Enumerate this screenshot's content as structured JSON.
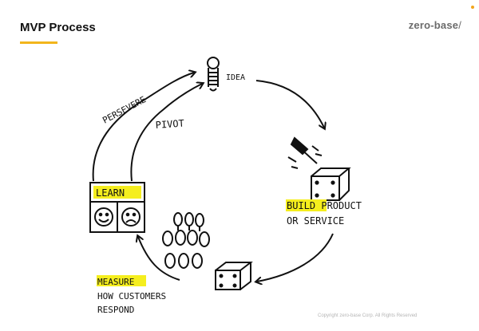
{
  "slide": {
    "title": "MVP Process",
    "brand": "zero-base",
    "brand_slash": "/",
    "accent_color": "#f2b51c"
  },
  "diagram": {
    "stages": {
      "idea": "IDEA",
      "build_highlight": "BUILD",
      "build_rest": " PRODUCT",
      "build_line2": "OR SERVICE",
      "measure_highlight": "MEASURE",
      "measure_line2": "HOW CUSTOMERS",
      "measure_line3": "RESPOND",
      "learn": "LEARN"
    },
    "paths": {
      "persevere": "PERSEVERE",
      "pivot": "PIVOT"
    },
    "highlight_color": "#f5ee1e",
    "icons": [
      "lightbulb-icon",
      "hammer-icon",
      "box-icon",
      "people-icon",
      "happy-face-icon",
      "sad-face-icon"
    ]
  },
  "footer": {
    "copyright": "Copyright zero-base Corp. All Rights Reserved"
  }
}
